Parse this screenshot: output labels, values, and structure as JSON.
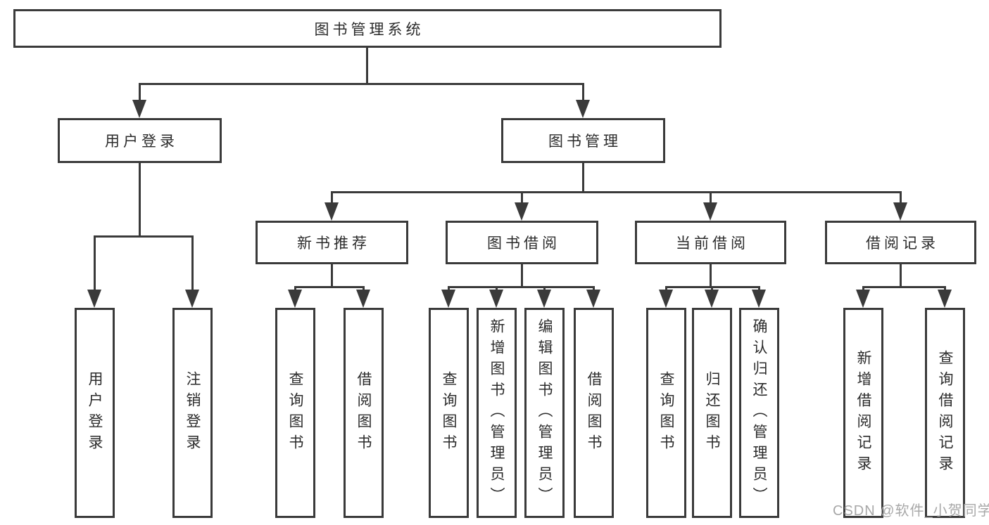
{
  "tree": {
    "root": {
      "label": "图书管理系统"
    },
    "branches": [
      {
        "label": "用户登录",
        "children": [
          {
            "label": "用户登录"
          },
          {
            "label": "注销登录"
          }
        ]
      },
      {
        "label": "图书管理",
        "groups": [
          {
            "label": "新书推荐",
            "children": [
              {
                "label": "查询图书"
              },
              {
                "label": "借阅图书"
              }
            ]
          },
          {
            "label": "图书借阅",
            "children": [
              {
                "label": "查询图书"
              },
              {
                "label": "新增图书（管理员）"
              },
              {
                "label": "编辑图书（管理员）"
              },
              {
                "label": "借阅图书"
              }
            ]
          },
          {
            "label": "当前借阅",
            "children": [
              {
                "label": "查询图书"
              },
              {
                "label": "归还图书"
              },
              {
                "label": "确认归还（管理员）"
              }
            ]
          },
          {
            "label": "借阅记录",
            "children": [
              {
                "label": "新增借阅记录"
              },
              {
                "label": "查询借阅记录"
              }
            ]
          }
        ]
      }
    ]
  },
  "watermark": {
    "text": "CSDN @软件_小贺同学"
  },
  "colors": {
    "line": "#3a3a3a",
    "text": "#2b2b2b",
    "watermark": "#a8a8a8",
    "background": "#ffffff"
  }
}
